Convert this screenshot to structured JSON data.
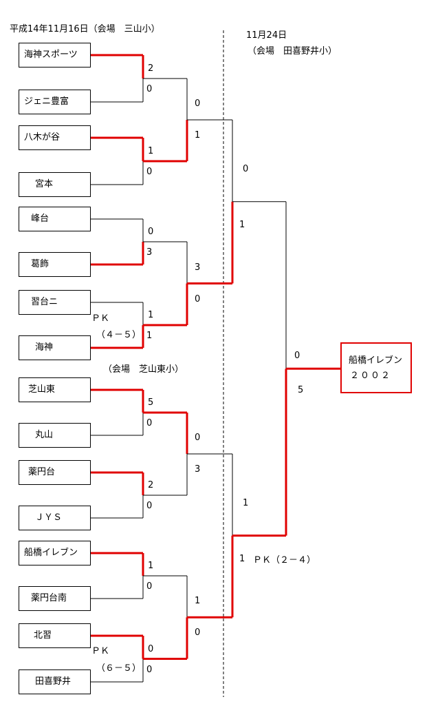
{
  "venue1": {
    "date_venue": "平成14年11月16日（会場　三山小）"
  },
  "venue2": {
    "date": "11月24日",
    "venue": "（会場　田喜野井小）"
  },
  "venue3": {
    "venue": "（会場　芝山東小）"
  },
  "colors": {
    "win": "#e00000",
    "line": "#000000"
  },
  "teams": [
    "海神スポーツ",
    "ジェニ豊富",
    "八木が谷",
    "宮本",
    "峰台",
    "葛飾",
    "習台ニ",
    "海神",
    "芝山東",
    "丸山",
    "薬円台",
    "ＪＹＳ",
    "船橋イレブン",
    "薬円台南",
    "北習",
    "田喜野井"
  ],
  "champion": {
    "line1": "船橋イレブン",
    "line2": "２００２"
  },
  "pk": {
    "m4_label": "ＰＫ",
    "m4_score": "（４－５）",
    "m8_label": "ＰＫ",
    "m8_score": "（６－５）",
    "sf2": "ＰＫ（２－４）"
  },
  "scores": {
    "r1": [
      [
        "2",
        "0"
      ],
      [
        "1",
        "0"
      ],
      [
        "0",
        "3"
      ],
      [
        "1",
        "1"
      ],
      [
        "5",
        "0"
      ],
      [
        "2",
        "0"
      ],
      [
        "1",
        "0"
      ],
      [
        "0",
        "0"
      ]
    ],
    "qf": [
      [
        "0",
        "1"
      ],
      [
        "3",
        "0"
      ],
      [
        "0",
        "3"
      ],
      [
        "1",
        "0"
      ]
    ],
    "sf": [
      [
        "0",
        "1"
      ],
      [
        "1",
        "1"
      ]
    ],
    "final": [
      "0",
      "5"
    ]
  }
}
